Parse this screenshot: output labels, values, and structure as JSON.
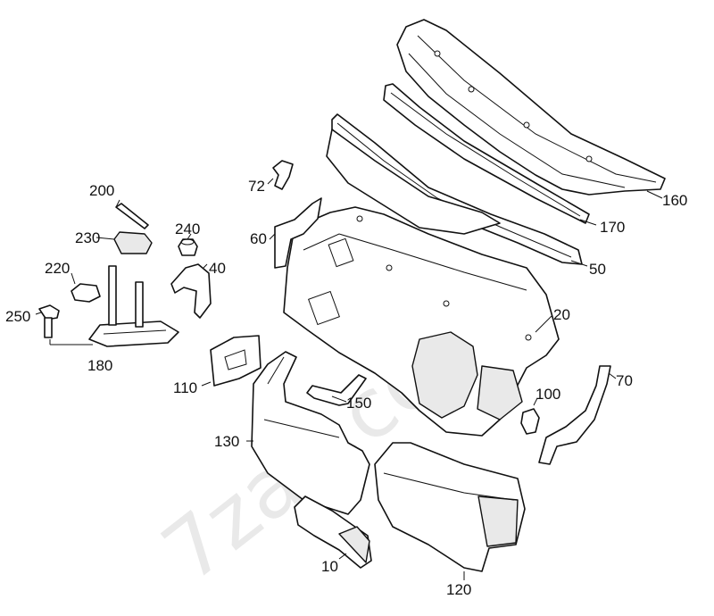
{
  "diagram": {
    "watermark": "7zap.com",
    "callouts": {
      "c10": "10",
      "c20": "20",
      "c40": "40",
      "c50": "50",
      "c60": "60",
      "c70": "70",
      "c72": "72",
      "c100": "100",
      "c110": "110",
      "c120": "120",
      "c130": "130",
      "c150": "150",
      "c160": "160",
      "c170": "170",
      "c180": "180",
      "c200": "200",
      "c220": "220",
      "c230": "230",
      "c240": "240",
      "c250": "250"
    }
  }
}
